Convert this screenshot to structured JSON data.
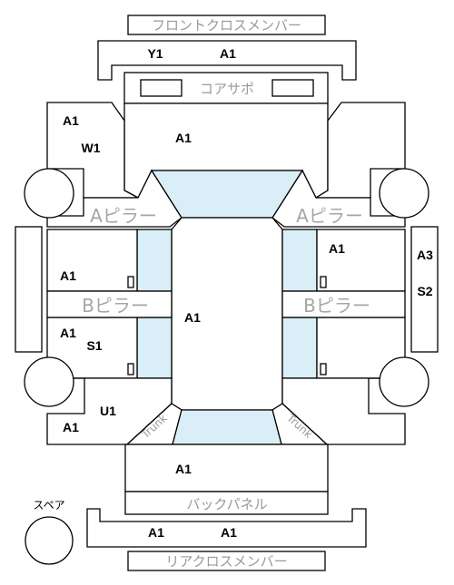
{
  "parts": {
    "front_cross_member": "フロントクロスメンバー",
    "core_support": "コアサポ",
    "a_pillar_left": "Aピラー",
    "a_pillar_right": "Aピラー",
    "b_pillar_left": "Bピラー",
    "b_pillar_right": "Bピラー",
    "back_panel": "バックパネル",
    "rear_cross_member": "リアクロスメンバー",
    "spare": "スペア",
    "trunk_left": "Trunk",
    "trunk_right": "Trunk"
  },
  "codes": {
    "front_cross_y1": "Y1",
    "front_cross_a1": "A1",
    "left_front_fender_a1": "A1",
    "left_front_fender_w1": "W1",
    "hood": "A1",
    "left_front_door": "A1",
    "left_rear_door_a1": "A1",
    "left_rear_door_s1": "S1",
    "roof": "A1",
    "right_front_door": "A1",
    "right_side_a3": "A3",
    "right_side_s2": "S2",
    "left_quarter_u1": "U1",
    "left_quarter_a1": "A1",
    "trunk_lid": "A1",
    "rear_cross_a1_left": "A1",
    "rear_cross_a1_right": "A1"
  },
  "colors": {
    "glass": "#d9eef6",
    "outline": "#000000",
    "label_gray": "#9a9a9a"
  }
}
